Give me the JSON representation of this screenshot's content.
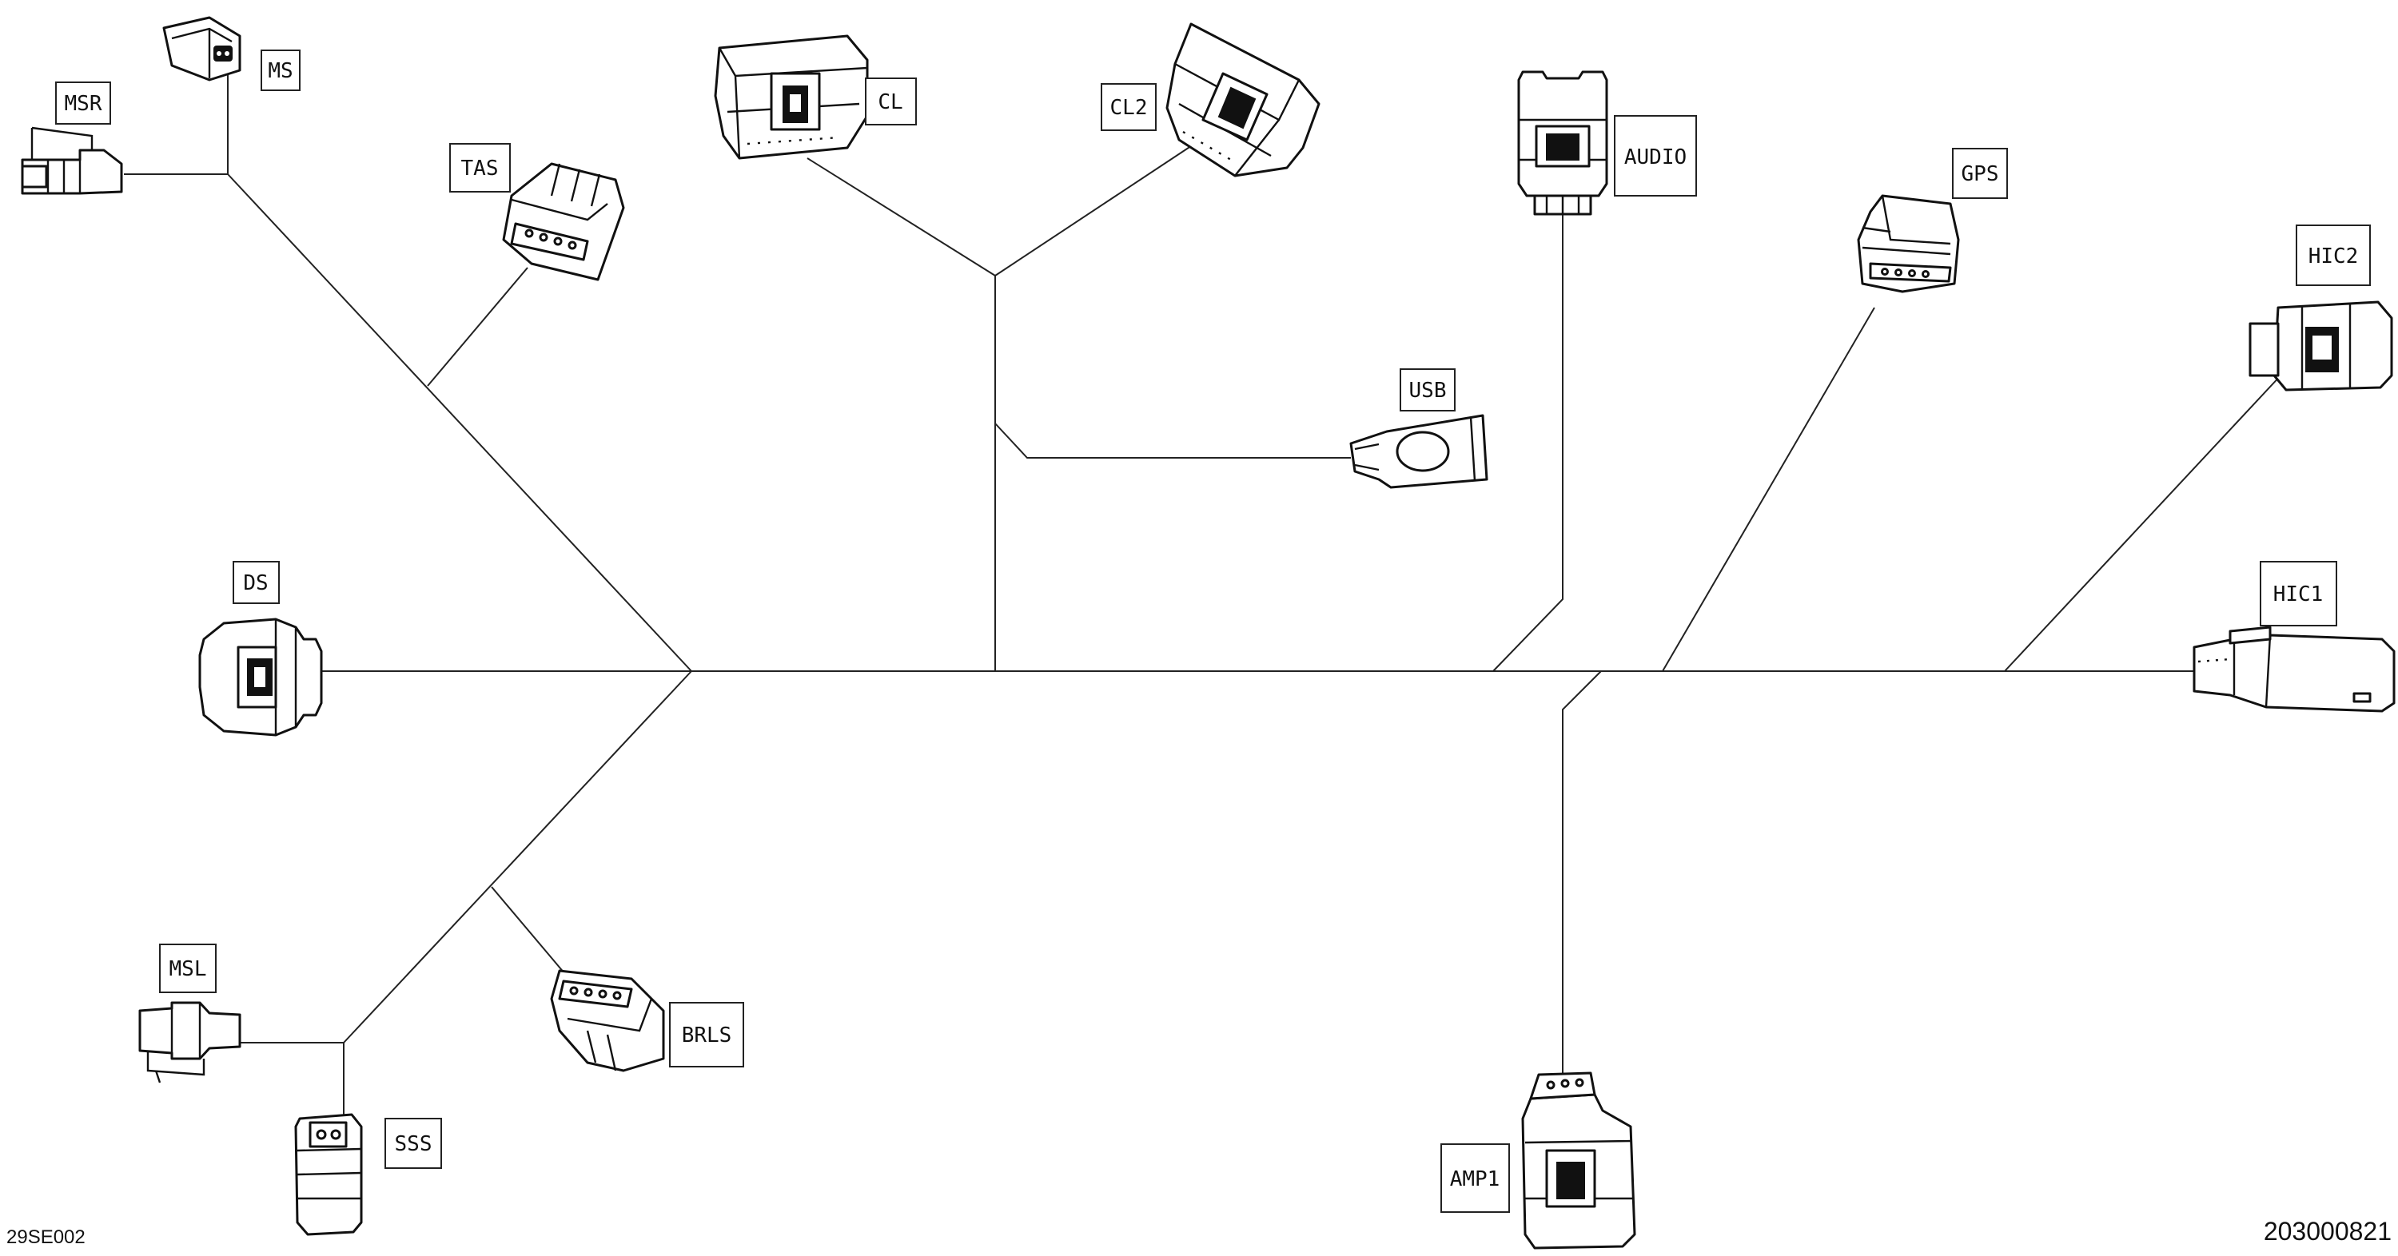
{
  "labels": {
    "ms": "MS",
    "msr": "MSR",
    "tas": "TAS",
    "cl": "CL",
    "cl2": "CL2",
    "audio": "AUDIO",
    "gps": "GPS",
    "hic2": "HIC2",
    "usb": "USB",
    "hic1": "HIC1",
    "ds": "DS",
    "msl": "MSL",
    "brls": "BRLS",
    "sss": "SSS",
    "amp1": "AMP1"
  },
  "footer": {
    "left_code": "29SE002",
    "right_code": "203000821"
  }
}
